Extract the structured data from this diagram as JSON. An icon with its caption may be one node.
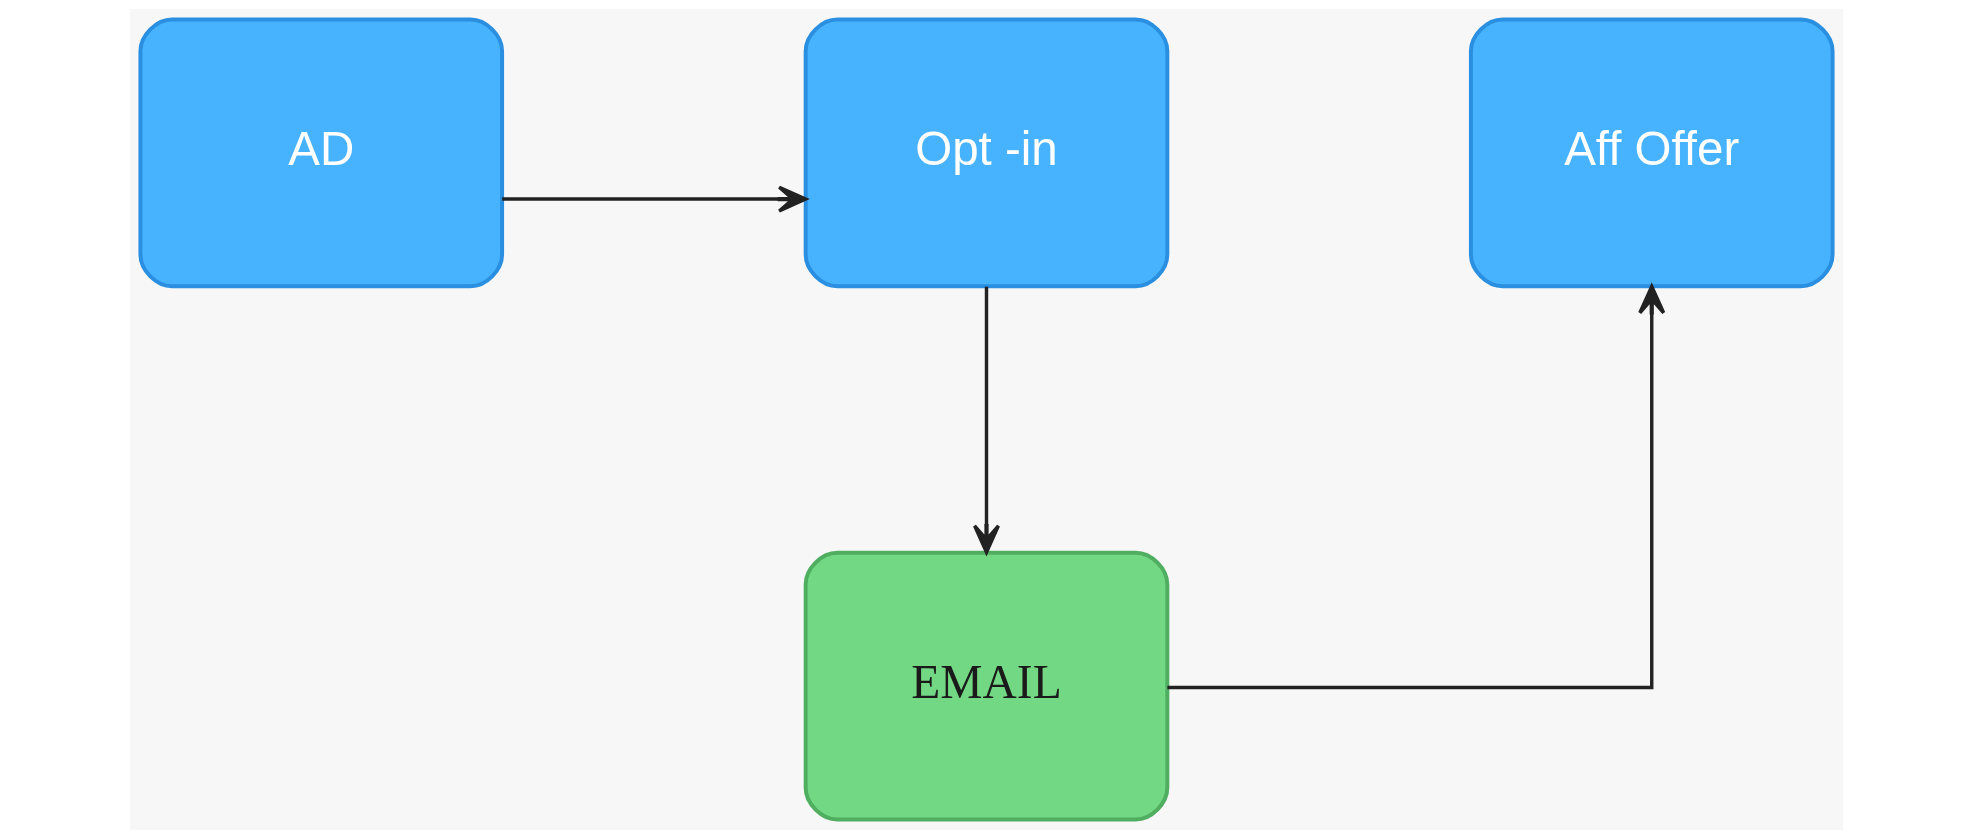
{
  "diagram": {
    "nodes": [
      {
        "text": [
          "AD"
        ]
      },
      {
        "text": [
          "Opt -in"
        ]
      },
      {
        "text": [
          "Aff Offer"
        ]
      },
      {
        "text": [
          "EMAIL"
        ]
      }
    ],
    "edges": [
      {
        "from": 0,
        "to": 1,
        "arrow": "to"
      },
      {
        "from": 1,
        "to": 3,
        "arrow": "to"
      },
      {
        "from": 3,
        "to": 2,
        "arrow": "to"
      }
    ]
  }
}
